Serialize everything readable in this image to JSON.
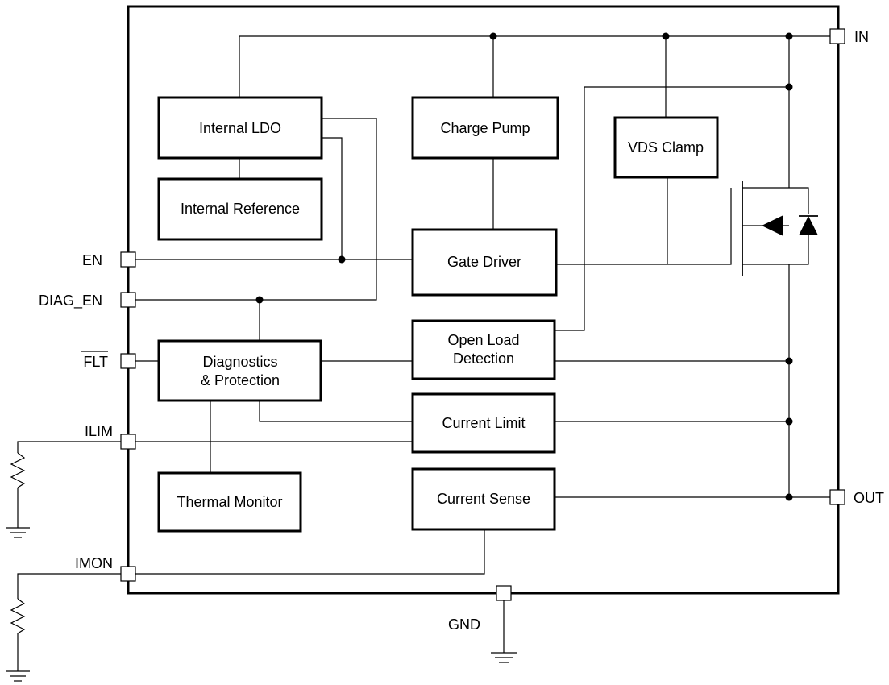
{
  "blocks": {
    "internal_ldo": "Internal LDO",
    "internal_reference": "Internal Reference",
    "charge_pump": "Charge Pump",
    "vds_clamp": "VDS Clamp",
    "gate_driver": "Gate Driver",
    "open_load_line1": "Open Load",
    "open_load_line2": "Detection",
    "diagnostics_line1": "Diagnostics",
    "diagnostics_line2": "& Protection",
    "current_limit": "Current Limit",
    "thermal_monitor": "Thermal Monitor",
    "current_sense": "Current Sense"
  },
  "pins": {
    "in": "IN",
    "out": "OUT",
    "en": "EN",
    "diag_en": "DIAG_EN",
    "flt": "FLT",
    "ilim": "ILIM",
    "imon": "IMON",
    "gnd": "GND"
  }
}
